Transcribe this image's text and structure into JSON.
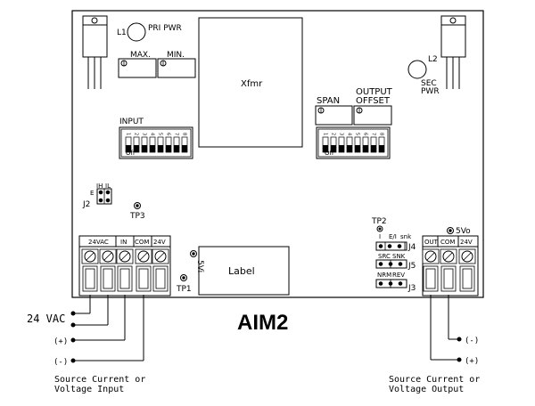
{
  "board": {
    "title": "AIM2",
    "transformer_label": "Xfmr",
    "label_area": "Label"
  },
  "components": {
    "l1": "L1",
    "pri_pwr": "PRI PWR",
    "max": "MAX.",
    "min": "MIN.",
    "l2": "L2",
    "sec_pwr_1": "SEC",
    "sec_pwr_2": "PWR",
    "span": "SPAN",
    "output_offset_1": "OUTPUT",
    "output_offset_2": "OFFSET"
  },
  "dip_input": {
    "label": "INPUT",
    "numbers": [
      "1",
      "2",
      "3",
      "4",
      "5",
      "6",
      "7",
      "8"
    ],
    "off": "Off"
  },
  "dip_output": {
    "numbers": [
      "1",
      "2",
      "3",
      "4",
      "5",
      "6",
      "7",
      "8"
    ],
    "off": "Off"
  },
  "jumpers": {
    "j2": "J2",
    "j2_e": "E",
    "j2_ih": "IH",
    "j2_il": "IL",
    "tp3": "TP3",
    "tp2": "TP2",
    "tp1": "TP1",
    "j4": "J4",
    "j4_i": "I",
    "j4_e": "E/I",
    "j4_snk": "snk",
    "j5": "J5",
    "j5_src": "SRC",
    "j5_snk": "SNK",
    "j3": "J3",
    "j3_nrm": "NRM",
    "j3_rev": "REV",
    "fivevo": "5Vo",
    "fivevi": "5Vi"
  },
  "terminals_left": {
    "h24vac": "24VAC",
    "hin": "IN",
    "hcom": "COM",
    "h24v": "24V"
  },
  "terminals_right": {
    "hout": "OUT",
    "hcom": "COM",
    "h24v": "24V"
  },
  "external": {
    "vac": "24 VAC",
    "plus_left": "(+)",
    "minus_left": "(-)",
    "source_left_1": "Source Current or",
    "source_left_2": "Voltage Input",
    "minus_right": "(-)",
    "plus_right": "(+)",
    "source_right_1": "Source Current or",
    "source_right_2": "Voltage Output"
  }
}
